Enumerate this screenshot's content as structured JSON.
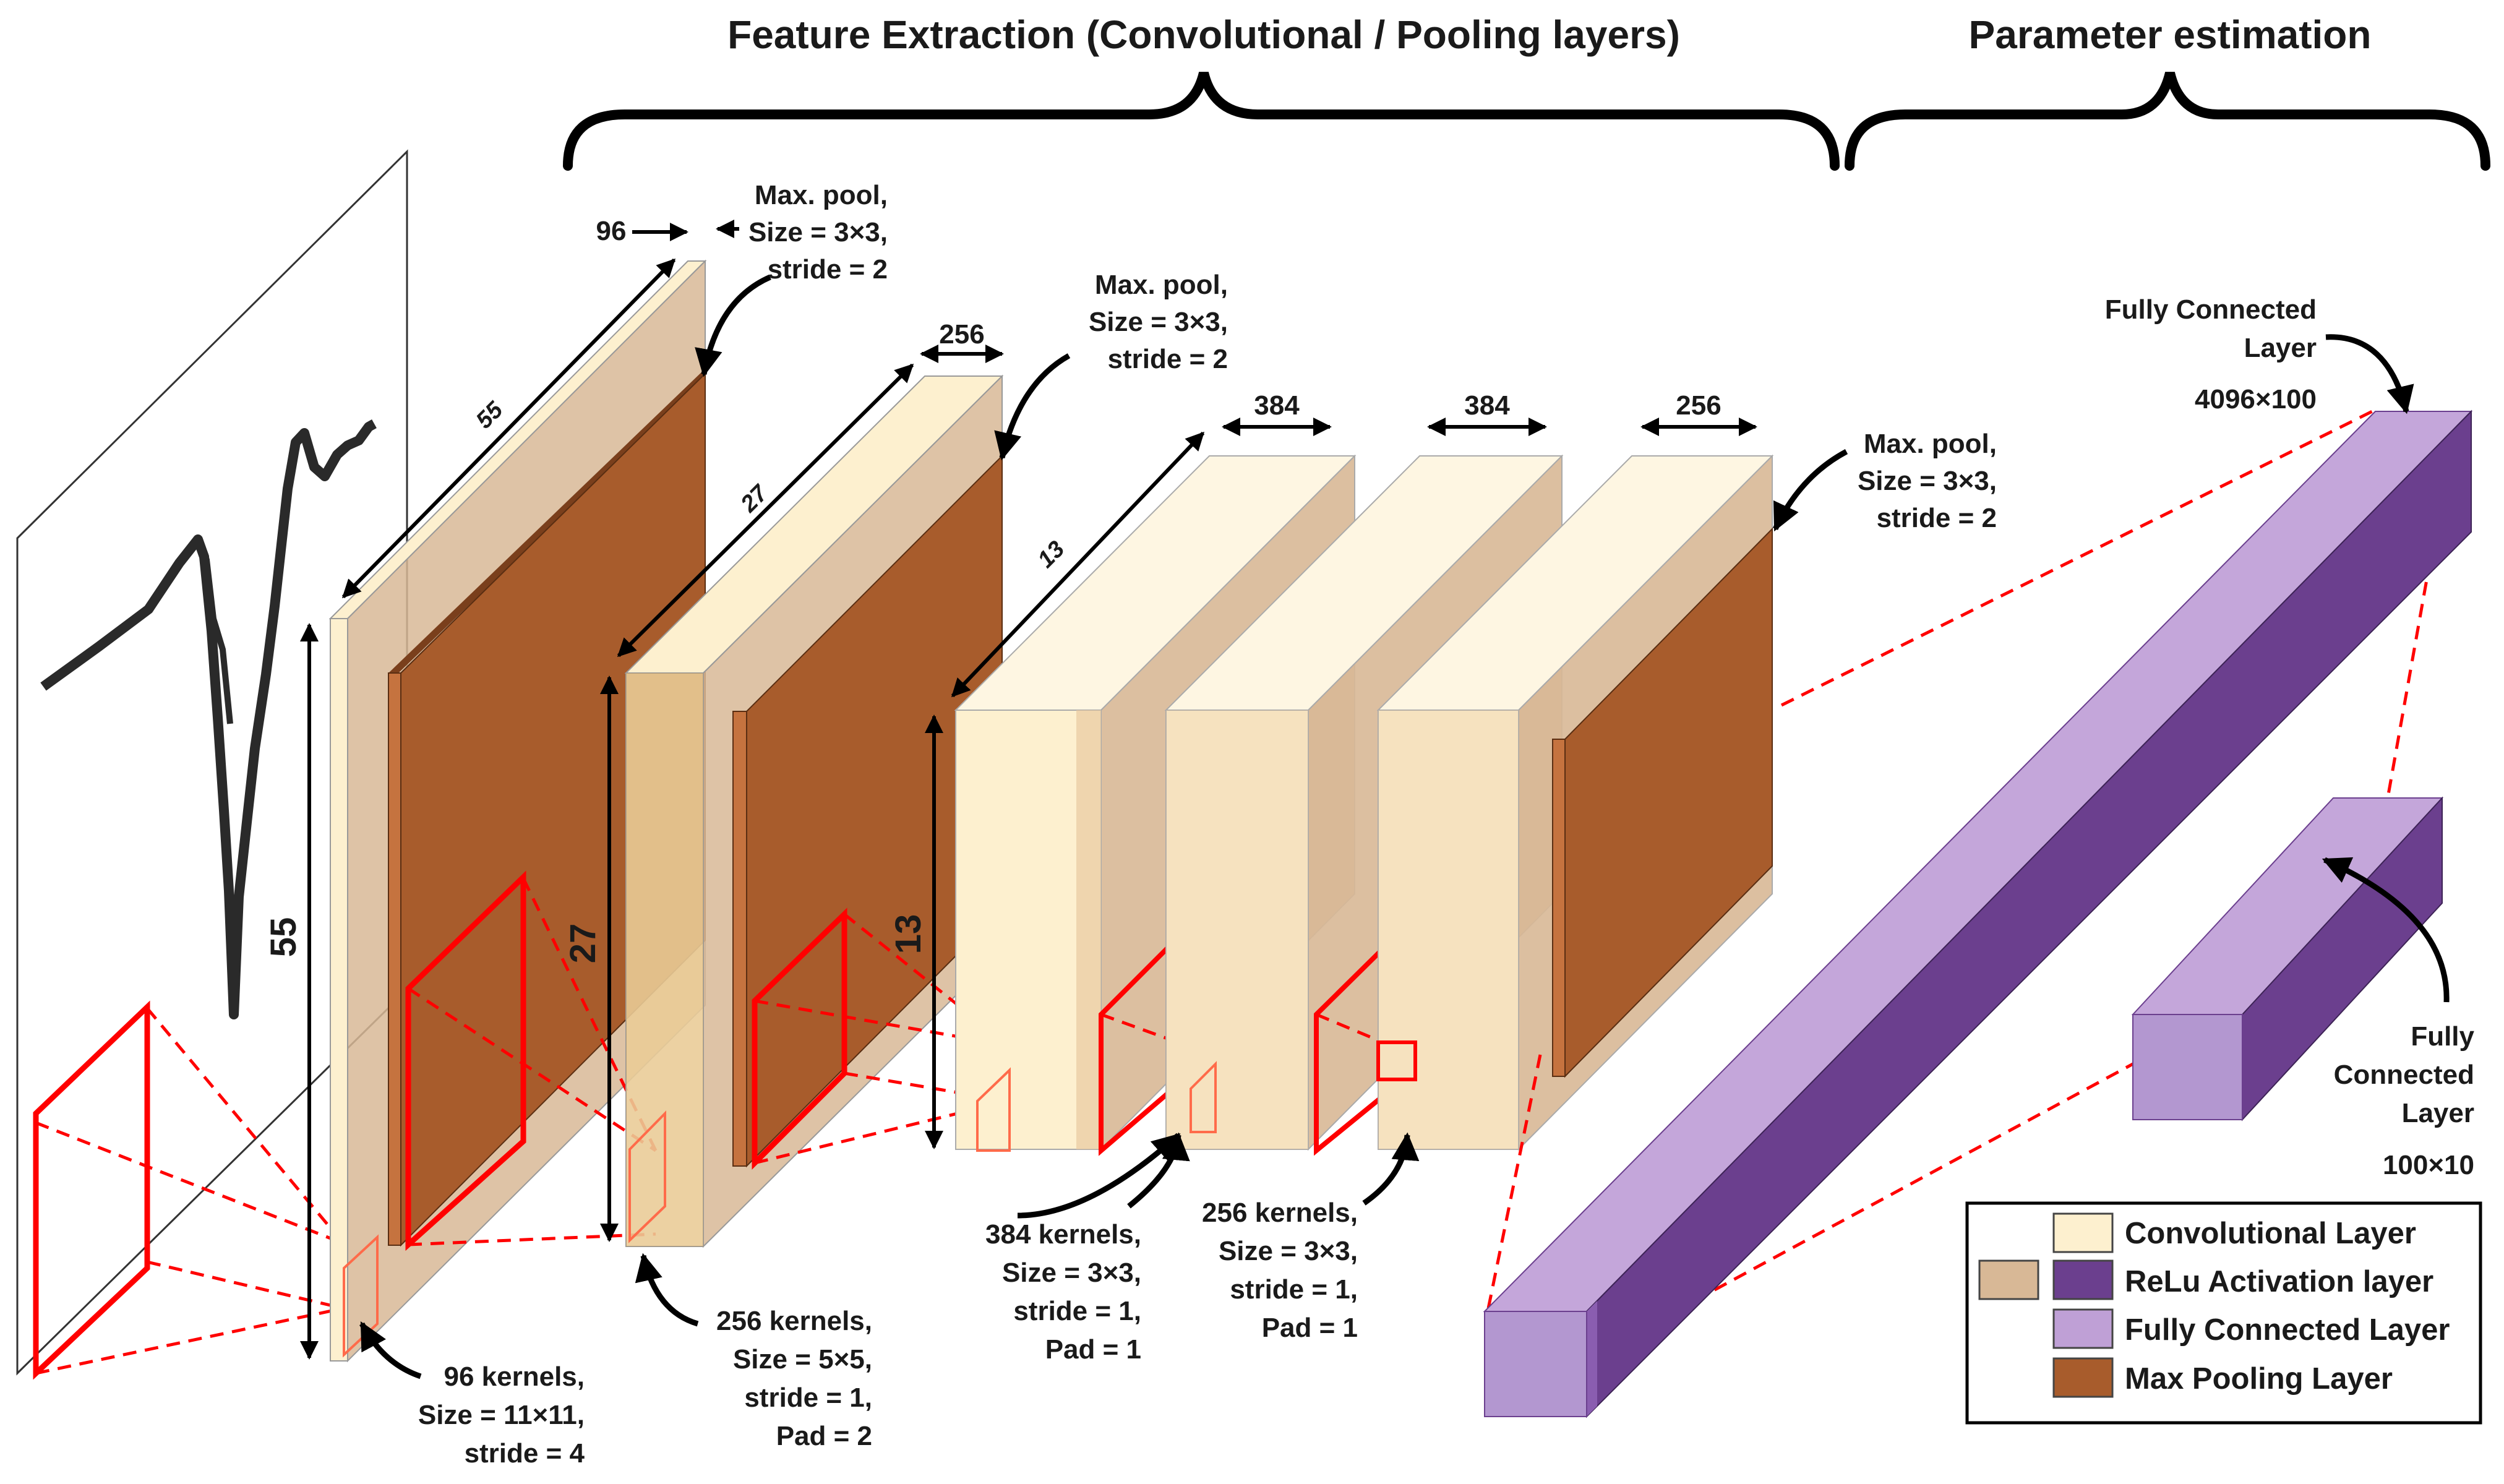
{
  "headings": {
    "feature_extraction": "Feature Extraction (Convolutional / Pooling layers)",
    "parameter_estimation": "Parameter estimation"
  },
  "dims": {
    "input_side": "55",
    "input_depth_diag": "55",
    "c1_depth": "96",
    "c2_side": "27",
    "c2_diag": "27",
    "c2_depth": "256",
    "c3_side": "13",
    "c3_diag": "13",
    "c3_depth": "384",
    "c4_depth": "384",
    "c5_depth": "256"
  },
  "annotations": {
    "pool1": [
      "Max. pool,",
      "Size = 3×3,",
      "stride = 2"
    ],
    "pool2": [
      "Max. pool,",
      "Size = 3×3,",
      "stride = 2"
    ],
    "pool3": [
      "Max. pool,",
      "Size = 3×3,",
      "stride = 2"
    ],
    "conv1": [
      "96 kernels,",
      "Size = 11×11,",
      "stride = 4"
    ],
    "conv2": [
      "256 kernels,",
      "Size = 5×5,",
      "stride = 1,",
      "Pad = 2"
    ],
    "conv3": [
      "384 kernels,",
      "Size = 3×3,",
      "stride = 1,",
      "Pad = 1"
    ],
    "conv4": [
      "256 kernels,",
      "Size = 3×3,",
      "stride = 1,",
      "Pad = 1"
    ],
    "fc1": [
      "Fully Connected",
      "Layer",
      "4096×100"
    ],
    "fc2": [
      "Fully",
      "Connected",
      "Layer",
      "100×10"
    ]
  },
  "legend": {
    "items": [
      {
        "label": "Convolutional Layer",
        "color": "#FDF0CF"
      },
      {
        "label": "ReLu Activation layer",
        "color": "#6B3F8E",
        "color_alt": "#D8B896"
      },
      {
        "label": "Fully Connected Layer",
        "color": "#BFA0D6"
      },
      {
        "label": "Max Pooling Layer",
        "color": "#A85C2C"
      }
    ]
  },
  "colors": {
    "conv": "#FDF0CF",
    "relu_conv": "#D8B896",
    "pool": "#A85C2C",
    "fc": "#BFA0D6",
    "relu_fc": "#6B3F8E",
    "kernel": "#FF0000"
  }
}
